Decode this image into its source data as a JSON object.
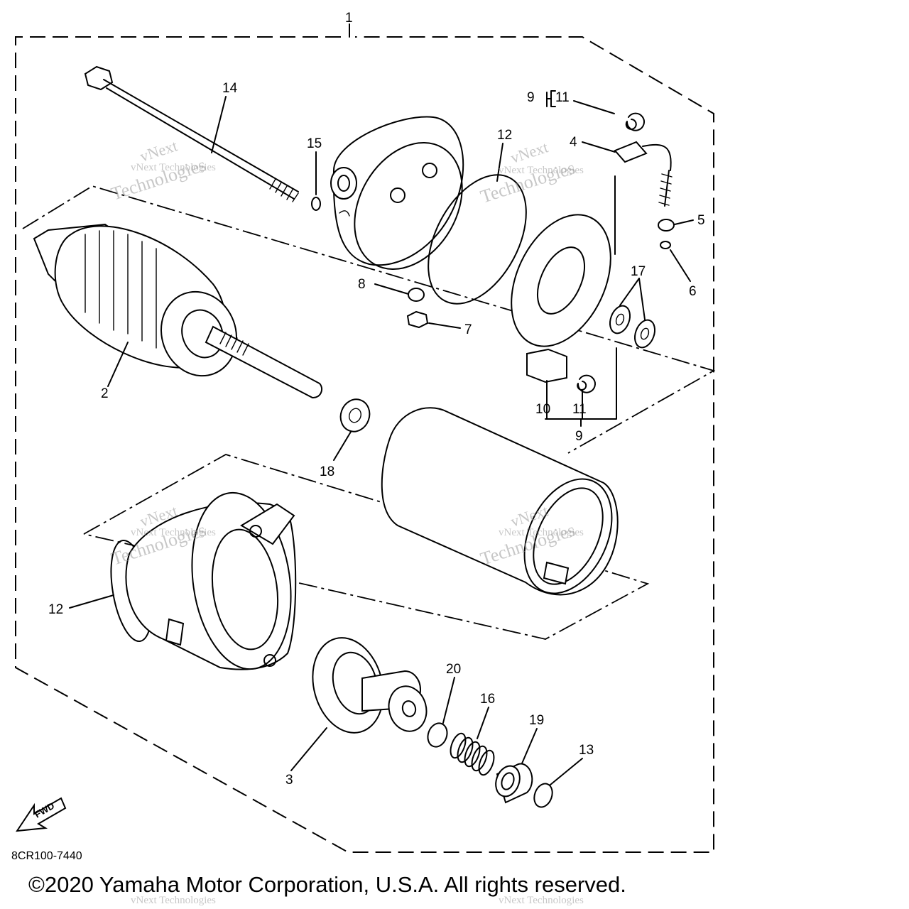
{
  "diagram": {
    "callouts": {
      "c1": "1",
      "c2": "2",
      "c3": "3",
      "c4": "4",
      "c5": "5",
      "c6": "6",
      "c7": "7",
      "c8": "8",
      "c9a": "9",
      "c9b": "9",
      "c10": "10",
      "c11a": "11",
      "c11b": "11",
      "c12a": "12",
      "c12b": "12",
      "c13": "13",
      "c14": "14",
      "c15": "15",
      "c16": "16",
      "c17": "17",
      "c18": "18",
      "c19": "19",
      "c20": "20"
    },
    "fwd_label": "FWD",
    "drawing_code": "8CR100-7440"
  },
  "watermark": {
    "line1": "vNext Technologies",
    "line2": "vNext",
    "line3": "Technologies"
  },
  "footer": {
    "copyright": "©2020 Yamaha Motor Corporation, U.S.A. All rights reserved."
  }
}
